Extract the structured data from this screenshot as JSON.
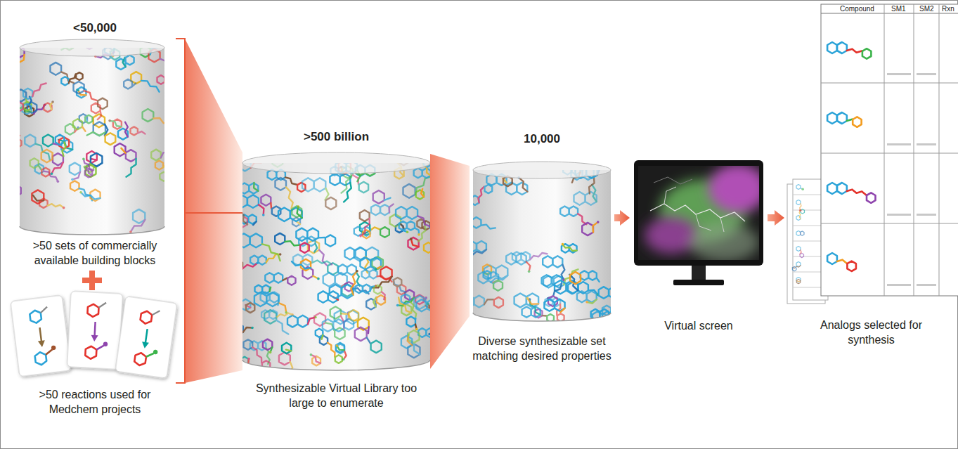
{
  "diagram": {
    "nodes": [
      {
        "text": [
          "<50,000",
          ">50 sets of commercially available building blocks"
        ]
      },
      {
        "text": [
          ">50 reactions used for Medchem projects"
        ]
      },
      {
        "text": [
          ">500 billion",
          "Synthesizable Virtual Library too large to enumerate"
        ]
      },
      {
        "text": [
          "10,000",
          "Diverse synthesizable set matching desired properties"
        ]
      },
      {
        "text": [
          "Virtual screen"
        ]
      },
      {
        "text": [
          "Analogs selected for synthesis"
        ]
      }
    ],
    "edges": [
      {
        "from": 0,
        "to": 2,
        "arrow": "none"
      },
      {
        "from": 1,
        "to": 2,
        "arrow": "none"
      },
      {
        "from": 2,
        "to": 3,
        "arrow": "none"
      },
      {
        "from": 3,
        "to": 4,
        "arrow": "to"
      },
      {
        "from": 4,
        "to": 5,
        "arrow": "to"
      }
    ],
    "labels": [
      "Compound",
      "SM1",
      "SM2",
      "Rxn"
    ]
  }
}
